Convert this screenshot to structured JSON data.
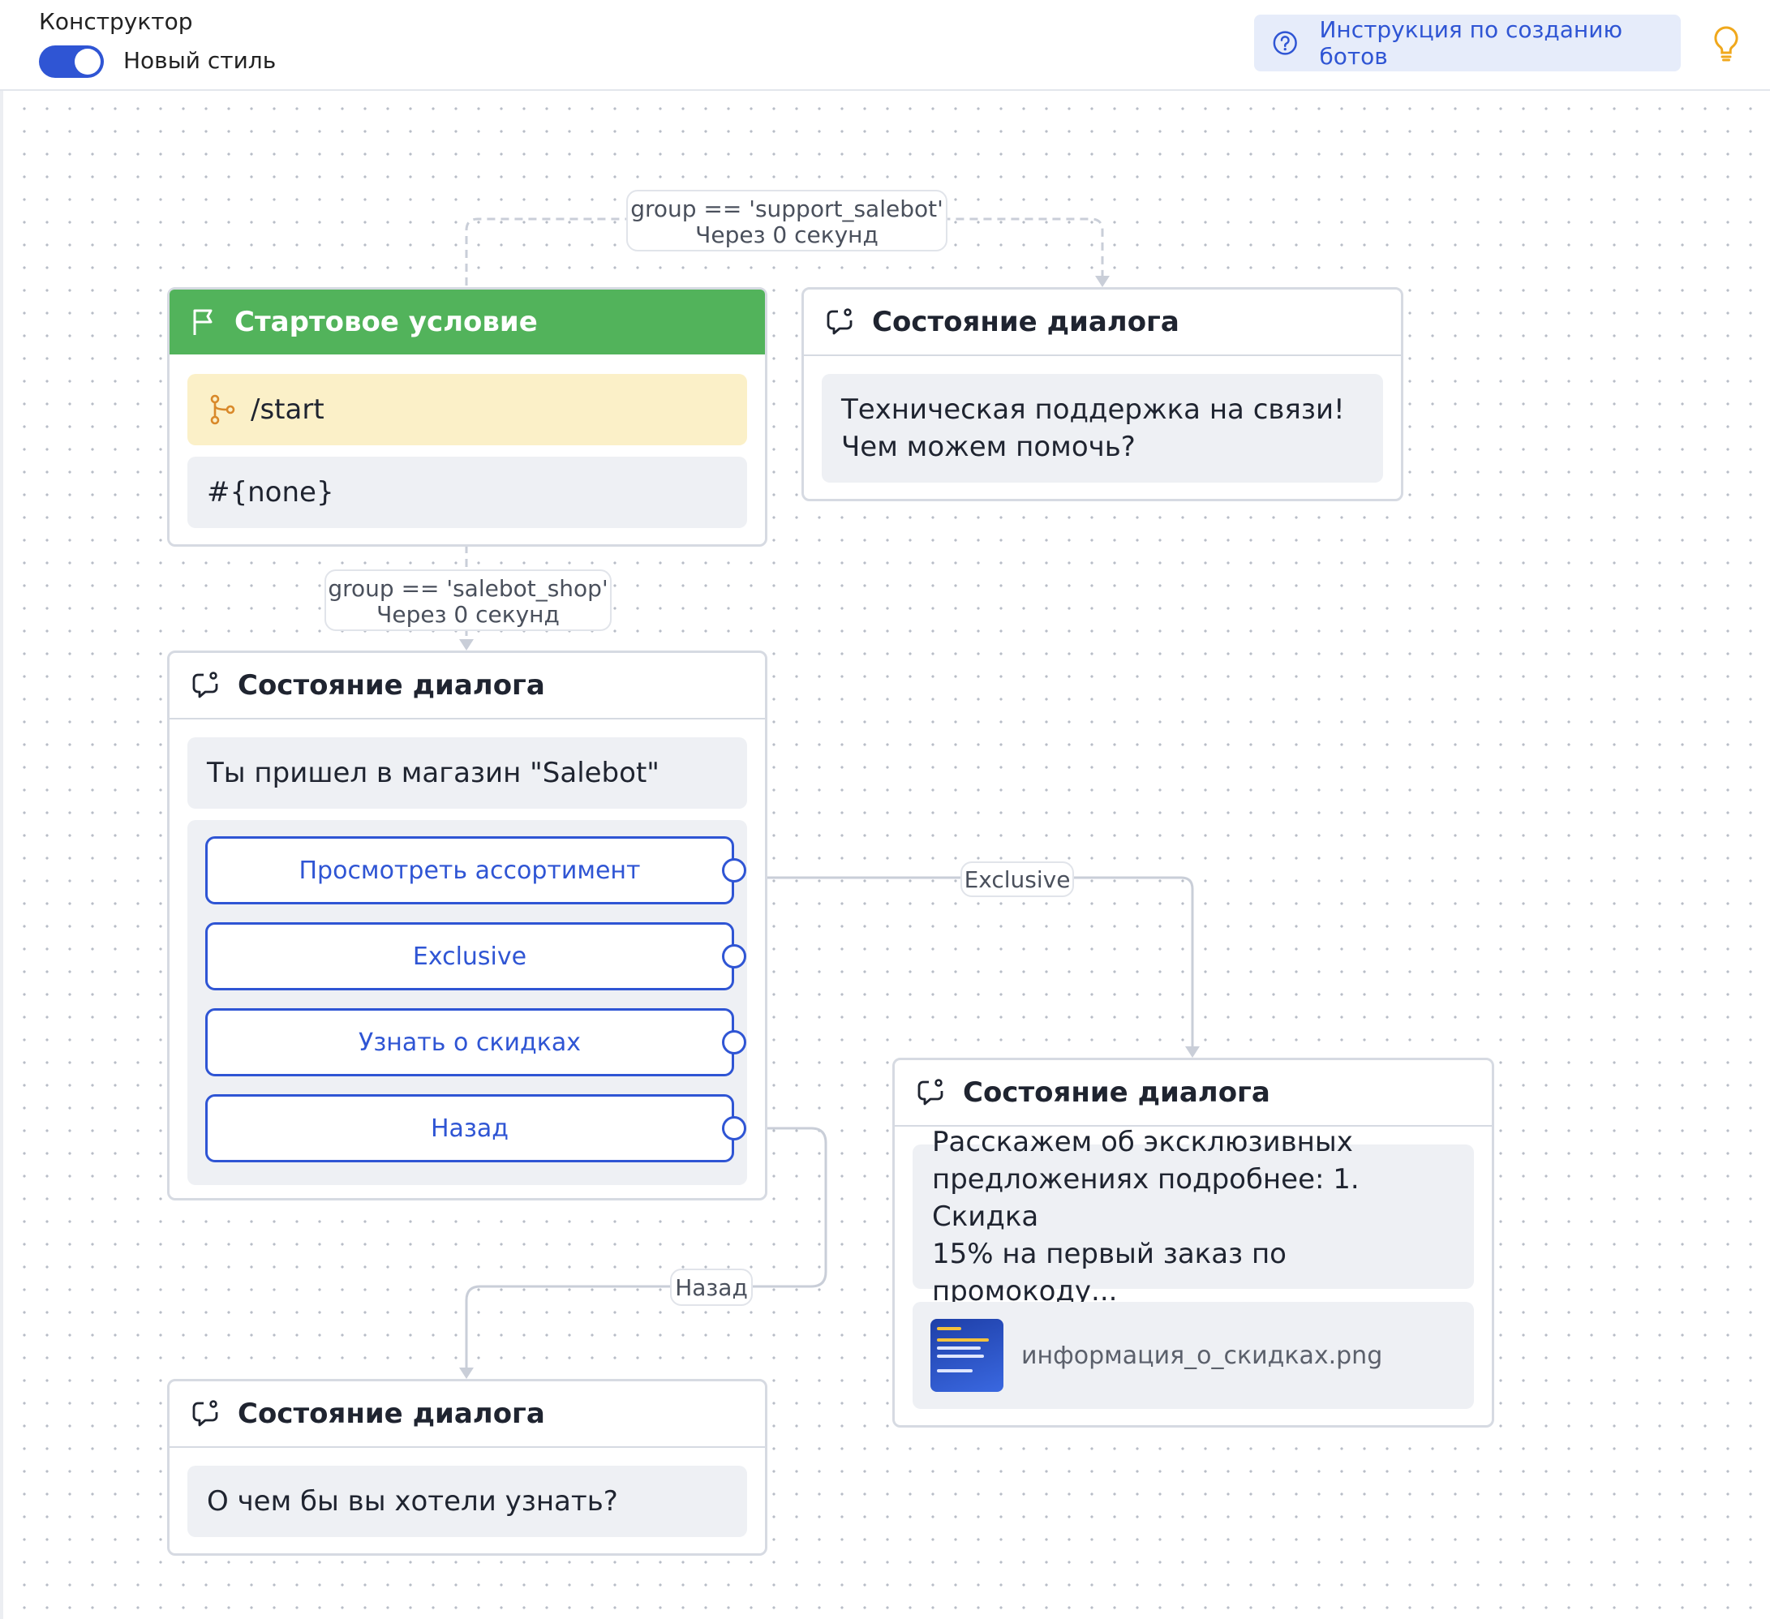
{
  "header": {
    "title": "Конструктор",
    "toggle_label": "Новый стиль",
    "help_label": "Инструкция по созданию ботов"
  },
  "edges": {
    "support": {
      "line1": "group == 'support_salebot'",
      "line2": "Через 0 секунд"
    },
    "shop": {
      "line1": "group == 'salebot_shop'",
      "line2": "Через 0 секунд"
    },
    "exclusive": "Exclusive",
    "back": "Назад"
  },
  "start_node": {
    "title": "Стартовое условие",
    "condition": "/start",
    "extra": "#{none}"
  },
  "support_node": {
    "title": "Состояние диалога",
    "text_line1": "Техническая поддержка на связи!",
    "text_line2": "Чем можем помочь?"
  },
  "shop_node": {
    "title": "Состояние диалога",
    "text": "Ты пришел в магазин \"Salebot\"",
    "buttons": [
      "Просмотреть ассортимент",
      "Exclusive",
      "Узнать о скидках",
      "Назад"
    ]
  },
  "exclusive_node": {
    "title": "Состояние диалога",
    "text_line1": "Расскажем об эксклюзивных",
    "text_line2": "предложениях подробнее: 1. Скидка",
    "text_line3": "15% на первый заказ по промокоду...",
    "attachment": "информация_о_скидках.png"
  },
  "back_node": {
    "title": "Состояние диалога",
    "text": "О чем бы вы хотели узнать?"
  },
  "colors": {
    "accent": "#2f55d4",
    "start_header": "#52b35b",
    "condition_bg": "#fbf0c8",
    "bulb": "#f0a81c"
  },
  "icons": [
    "help-circle-icon",
    "lightbulb-icon",
    "flag-icon",
    "branch-icon",
    "chat-bubble-icon"
  ]
}
